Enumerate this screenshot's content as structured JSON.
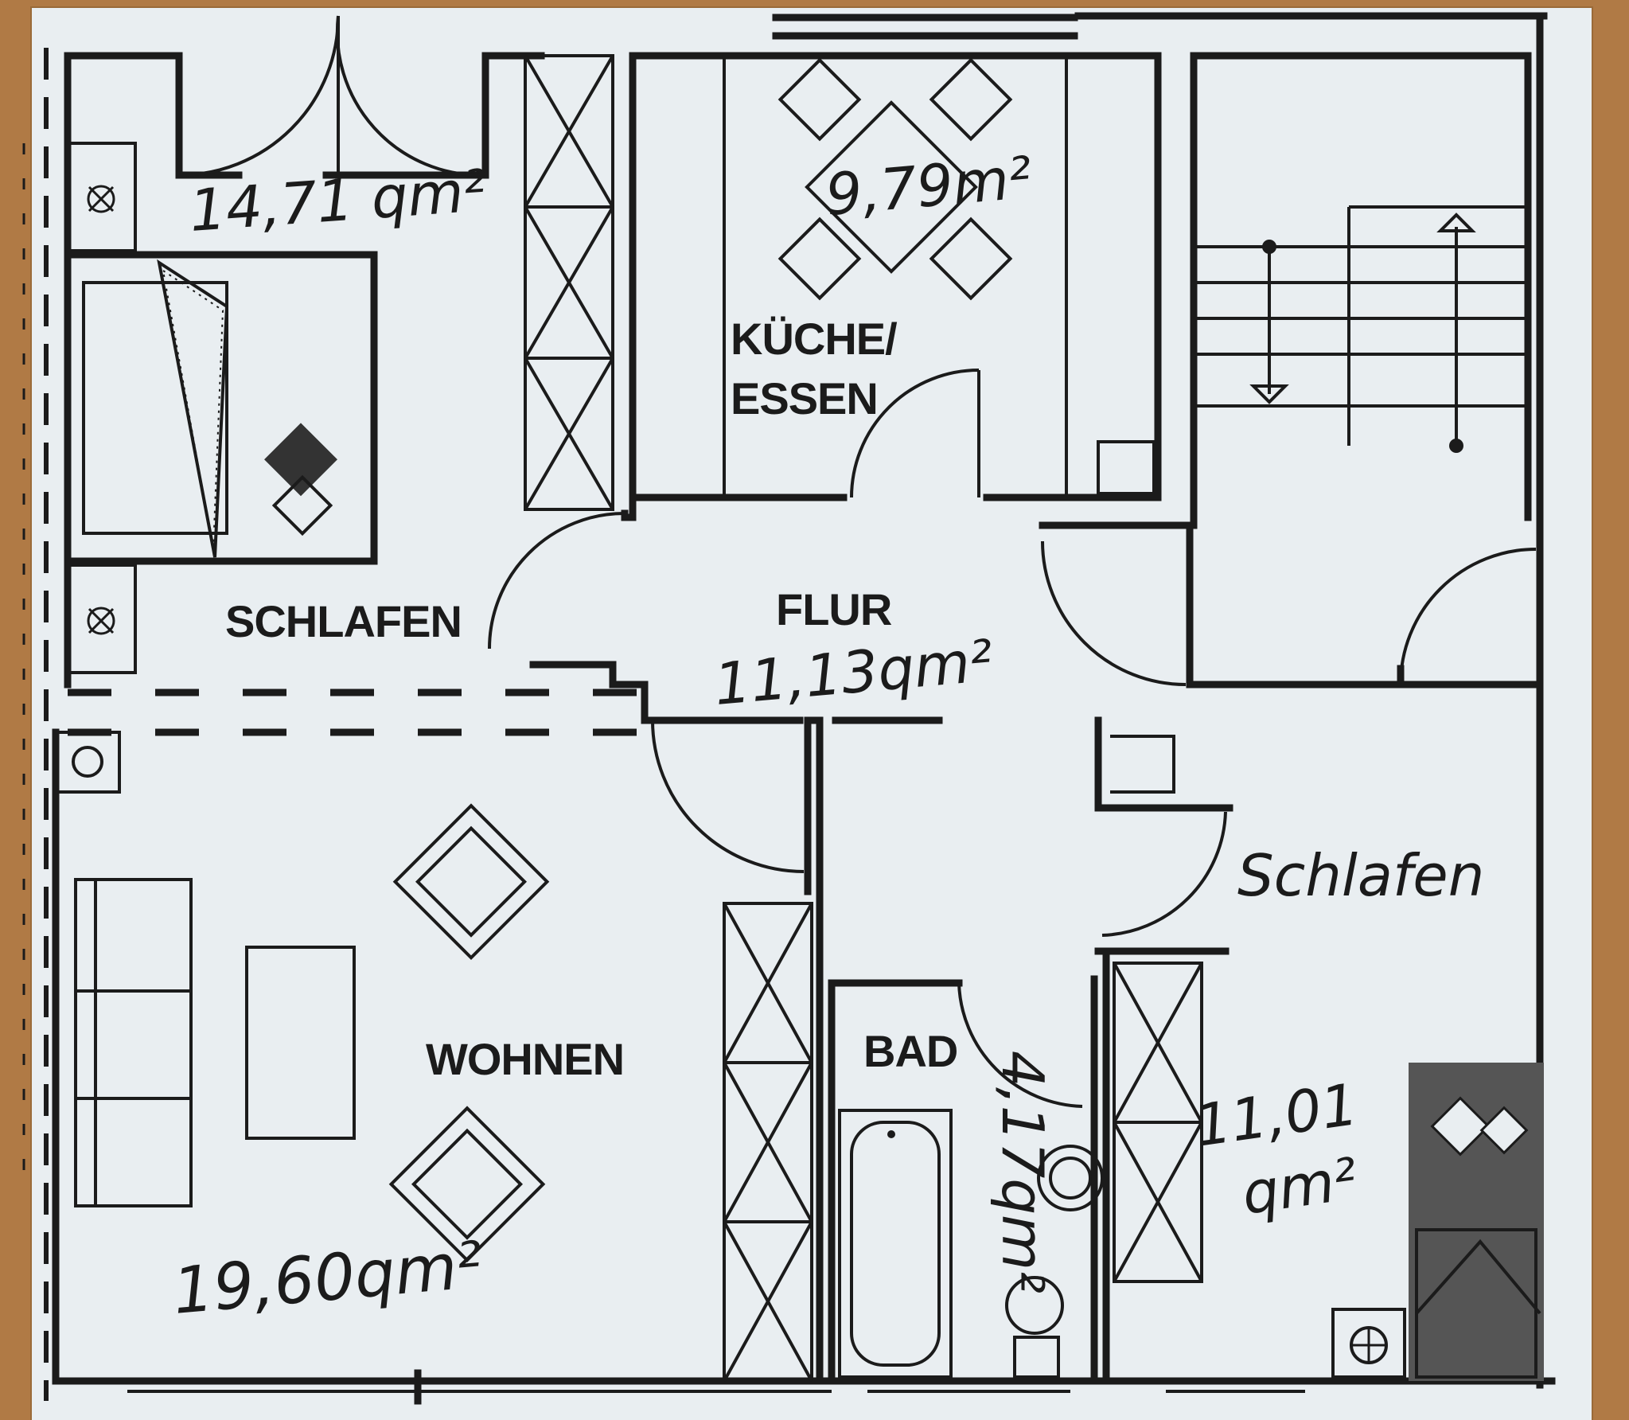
{
  "rooms": {
    "schlafen_1": {
      "label": "SCHLAFEN",
      "area": "14,71 qm²"
    },
    "kueche": {
      "label_line1": "KÜCHE/",
      "label_line2": "ESSEN",
      "area": "9,79m²"
    },
    "flur": {
      "label": "FLUR",
      "area": "11,13qm²"
    },
    "wohnen": {
      "label": "WOHNEN",
      "area": "19,60qm²"
    },
    "bad": {
      "label": "BAD",
      "area": "4,17qm²"
    },
    "schlafen_2": {
      "label": "Schlafen",
      "area_line1": "11,01",
      "area_line2": "qm²"
    }
  }
}
